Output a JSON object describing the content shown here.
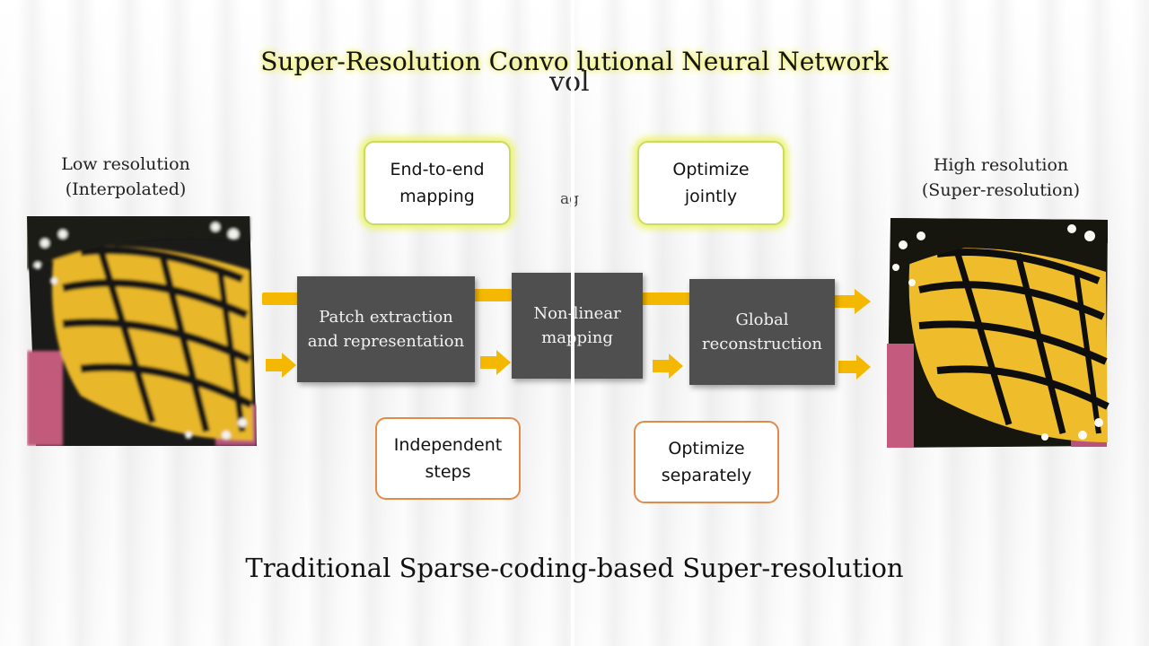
{
  "title": "Super-Resolution Convo  lutional Neural Network",
  "title_ghost": "vol",
  "ghost_fragment": "ag",
  "left_label": [
    "Low resolution",
    "(Interpolated)"
  ],
  "right_label": [
    "High resolution",
    "(Super-resolution)"
  ],
  "stages": [
    {
      "id": "patch",
      "line1": "Patch extraction",
      "line2": "and representation"
    },
    {
      "id": "nonlinear",
      "line1": "Non-linear",
      "line2": "mapping"
    },
    {
      "id": "global",
      "line1": "Global",
      "line2": "reconstruction"
    }
  ],
  "notes": {
    "end_to_end": [
      "End-to-end",
      "mapping"
    ],
    "optimize_jointly": [
      "Optimize",
      "jointly"
    ],
    "independent": [
      "Independent",
      "steps"
    ],
    "optimize_separately": [
      "Optimize",
      "separately"
    ]
  },
  "subtitle": "Traditional Sparse-coding-based Super-resolution",
  "colors": {
    "arrow": "#f5b800",
    "stage": "#4f4f4f",
    "green_border": "#c8dc64",
    "orange_border": "#e48a48"
  }
}
